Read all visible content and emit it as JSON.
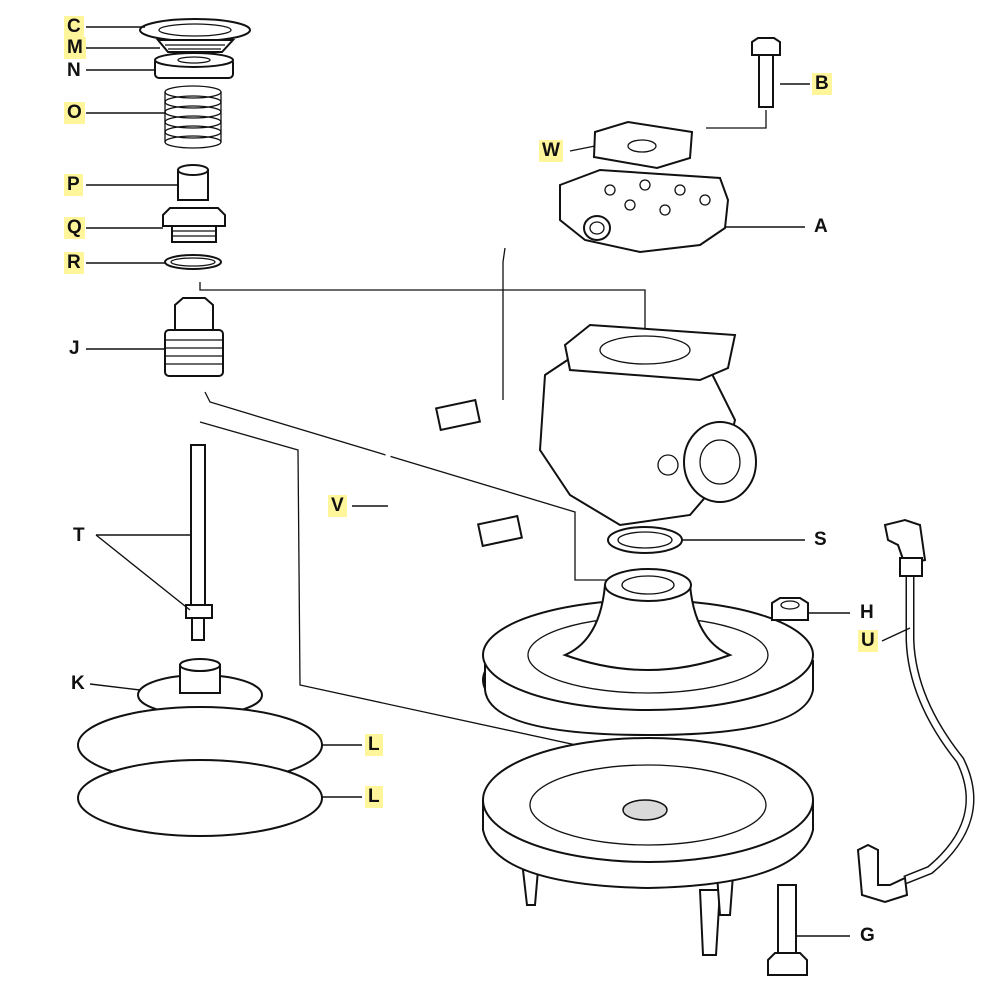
{
  "labels": {
    "C": {
      "text": "C",
      "highlighted": true
    },
    "M": {
      "text": "M",
      "highlighted": true
    },
    "N": {
      "text": "N",
      "highlighted": false
    },
    "O": {
      "text": "O",
      "highlighted": true
    },
    "P": {
      "text": "P",
      "highlighted": true
    },
    "Q": {
      "text": "Q",
      "highlighted": true
    },
    "R": {
      "text": "R",
      "highlighted": true
    },
    "J": {
      "text": "J",
      "highlighted": false
    },
    "T": {
      "text": "T",
      "highlighted": false
    },
    "K": {
      "text": "K",
      "highlighted": false
    },
    "L1": {
      "text": "L",
      "highlighted": true
    },
    "L2": {
      "text": "L",
      "highlighted": true
    },
    "B": {
      "text": "B",
      "highlighted": true
    },
    "W": {
      "text": "W",
      "highlighted": true
    },
    "A": {
      "text": "A",
      "highlighted": false
    },
    "V": {
      "text": "V",
      "highlighted": true
    },
    "S": {
      "text": "S",
      "highlighted": false
    },
    "H": {
      "text": "H",
      "highlighted": false
    },
    "U": {
      "text": "U",
      "highlighted": true
    },
    "G": {
      "text": "G",
      "highlighted": false
    }
  },
  "colors": {
    "highlight": "#fff59b",
    "line": "#111111",
    "background": "#ffffff"
  }
}
